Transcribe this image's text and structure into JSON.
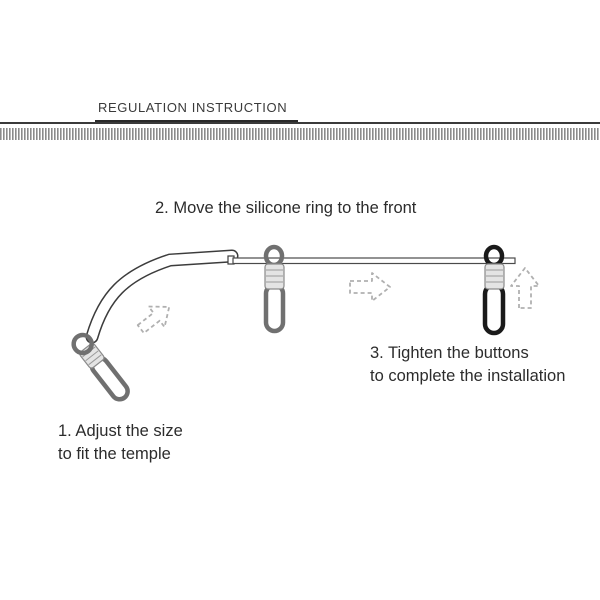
{
  "header": {
    "title": "REGULATION INSTRUCTION"
  },
  "steps": [
    {
      "lines": [
        "1. Adjust the size",
        "to fit the temple"
      ]
    },
    {
      "lines": [
        "2. Move the silicone ring to the front"
      ]
    },
    {
      "lines": [
        "3. Tighten the buttons",
        "to complete the installation"
      ]
    }
  ],
  "colors": {
    "text": "#2c2c2c",
    "loop_gray": "#707070",
    "loop_black": "#1a1a1a",
    "arrow_dash": "#b0b0b0"
  },
  "icons": [
    "arrow-up-right-icon",
    "arrow-right-icon",
    "arrow-up-icon"
  ]
}
